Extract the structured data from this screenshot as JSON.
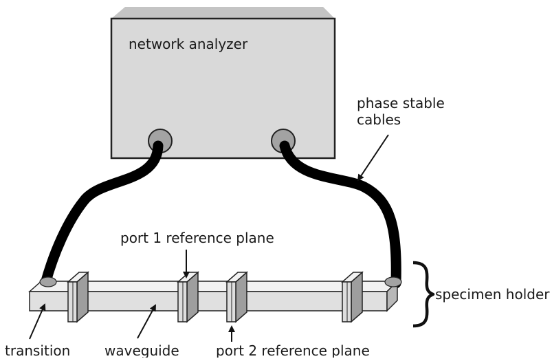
{
  "labels": {
    "analyzer": "network analyzer",
    "cables_line1": "phase stable",
    "cables_line2": "cables",
    "port1": "port 1 reference plane",
    "port2": "port 2 reference plane",
    "specimen_holder": "specimen holder",
    "transition": "transition",
    "waveguide": "waveguide"
  },
  "colors": {
    "box_fill": "#d9d9d9",
    "box_top": "#c4c4c4",
    "connector": "#a3a3a3",
    "cable": "#000000",
    "rod_front": "#e0e0e0",
    "rod_top": "#f2f2f2",
    "rod_side": "#b8b8b8",
    "flange_front": "#dedede",
    "flange_side": "#9e9e9e",
    "outline": "#222222"
  }
}
